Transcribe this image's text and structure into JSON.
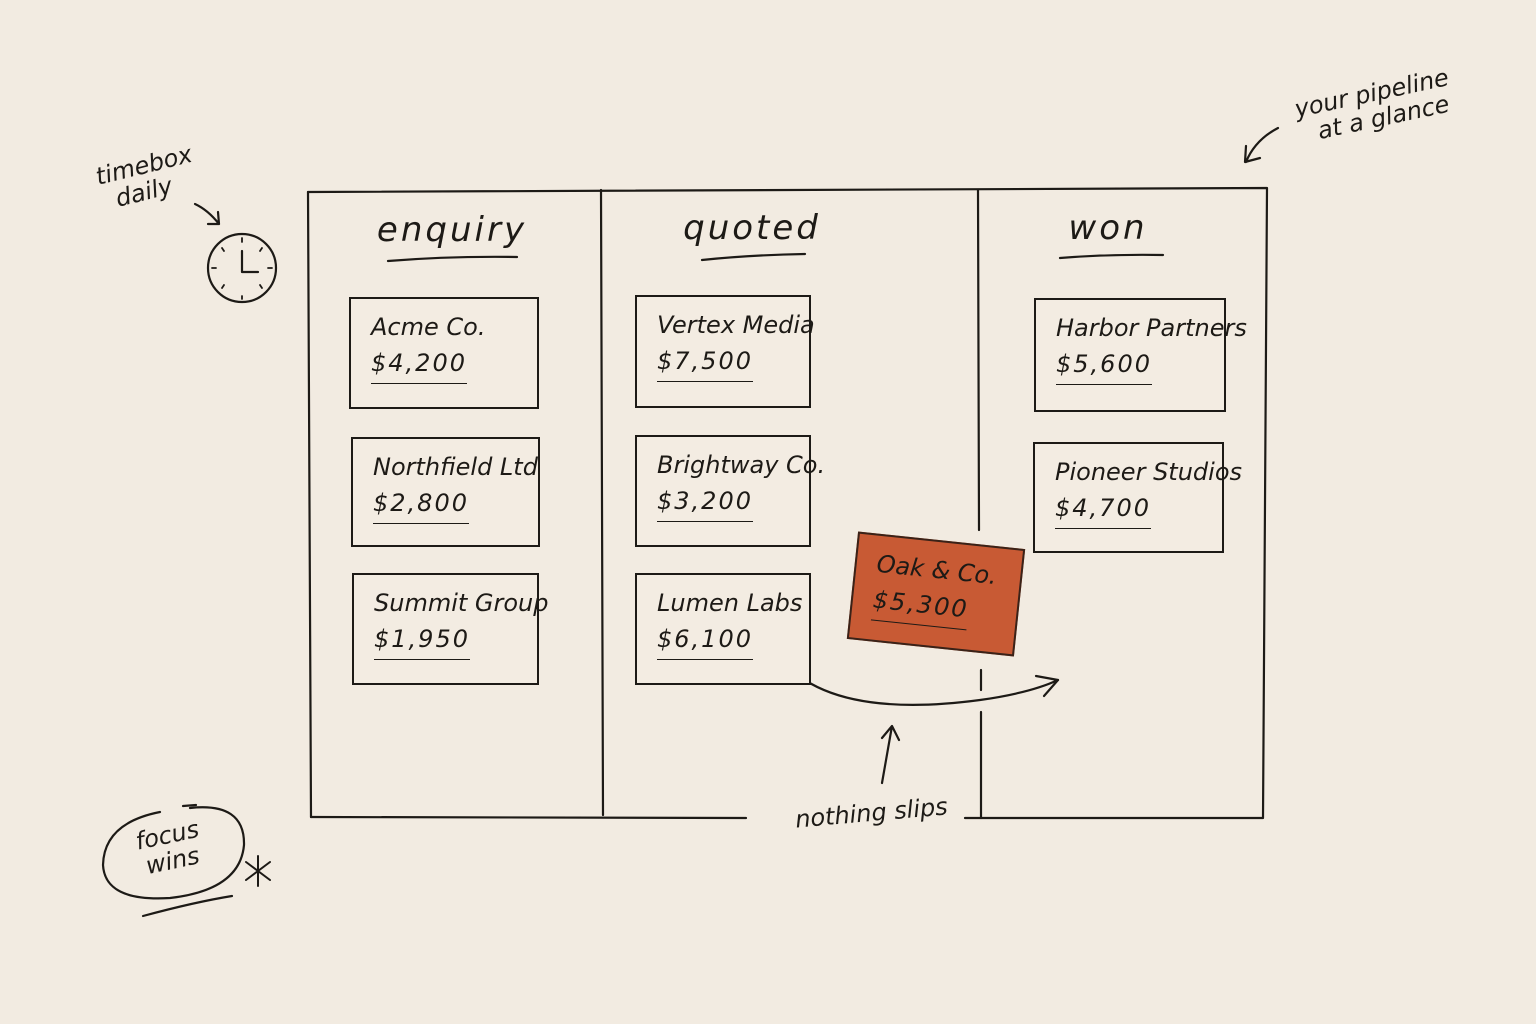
{
  "colors": {
    "background": "#f2ebe1",
    "ink": "#1d1a16",
    "accent_card": "#c85a34"
  },
  "board": {
    "columns": [
      {
        "title": "enquiry",
        "cards": [
          {
            "name": "Acme Co.",
            "amount": "$4,200"
          },
          {
            "name": "Northfield Ltd",
            "amount": "$2,800"
          },
          {
            "name": "Summit Group",
            "amount": "$1,950"
          }
        ]
      },
      {
        "title": "quoted",
        "cards": [
          {
            "name": "Vertex Media",
            "amount": "$7,500"
          },
          {
            "name": "Brightway Co.",
            "amount": "$3,200"
          },
          {
            "name": "Lumen Labs",
            "amount": "$6,100"
          }
        ]
      },
      {
        "title": "won",
        "cards": [
          {
            "name": "Harbor Partners",
            "amount": "$5,600"
          },
          {
            "name": "Pioneer Studios",
            "amount": "$4,700"
          }
        ]
      }
    ],
    "moving_card": {
      "name": "Oak & Co.",
      "amount": "$5,300"
    }
  },
  "annotations": {
    "timebox_line1": "timebox",
    "timebox_line2": "daily",
    "pipeline_line1": "your pipeline",
    "pipeline_line2": "at a glance",
    "nothing_slips": "nothing slips",
    "focus_line1": "focus",
    "focus_line2": "wins"
  },
  "icons": [
    "clock-icon",
    "asterisk-icon",
    "arrow-icon"
  ]
}
